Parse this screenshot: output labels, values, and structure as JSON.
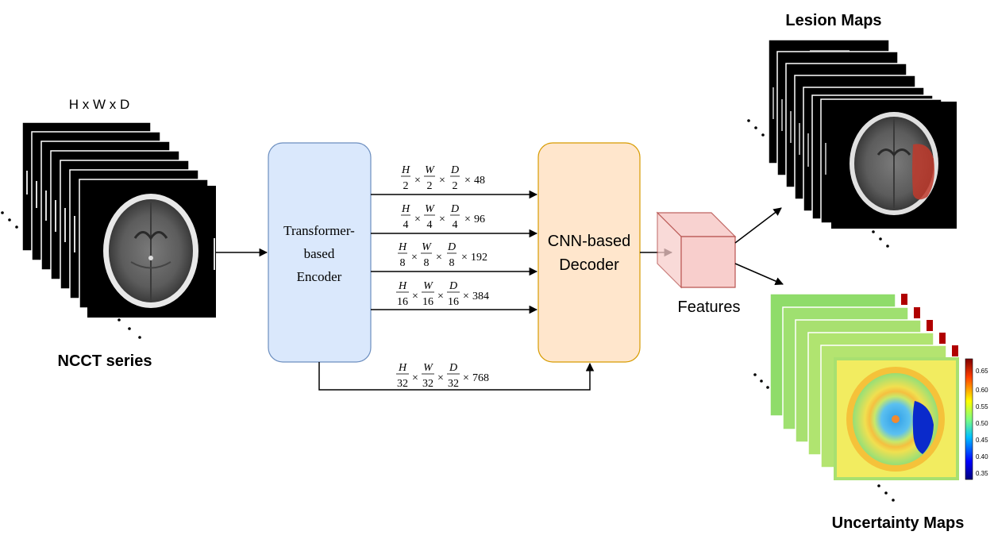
{
  "input": {
    "dims_label": "H x W x D",
    "caption": "NCCT series",
    "slice_count": 8
  },
  "encoder": {
    "line1": "Transformer-",
    "line2": "based",
    "line3": "Encoder"
  },
  "decoder": {
    "line1": "CNN-based",
    "line2": "Decoder"
  },
  "skips": [
    {
      "num1": "H",
      "den1": "2",
      "num2": "W",
      "den2": "2",
      "num3": "D",
      "den3": "2",
      "times": "×",
      "channels": "48"
    },
    {
      "num1": "H",
      "den1": "4",
      "num2": "W",
      "den2": "4",
      "num3": "D",
      "den3": "4",
      "times": "×",
      "channels": "96"
    },
    {
      "num1": "H",
      "den1": "8",
      "num2": "W",
      "den2": "8",
      "num3": "D",
      "den3": "8",
      "times": "×",
      "channels": "192"
    },
    {
      "num1": "H",
      "den1": "16",
      "num2": "W",
      "den2": "16",
      "num3": "D",
      "den3": "16",
      "times": "×",
      "channels": "384"
    },
    {
      "num1": "H",
      "den1": "32",
      "num2": "W",
      "den2": "32",
      "num3": "D",
      "den3": "32",
      "times": "×",
      "channels": "768"
    }
  ],
  "features": {
    "label": "Features"
  },
  "lesion": {
    "title": "Lesion Maps",
    "slice_count": 8
  },
  "uncertainty": {
    "title": "Uncertainty Maps",
    "slice_count": 6,
    "colorbar_ticks": [
      "0.65",
      "0.60",
      "0.55",
      "0.50",
      "0.45",
      "0.40",
      "0.35"
    ]
  },
  "colors": {
    "encoder_fill": "#dae8fc",
    "encoder_stroke": "#6c8ebf",
    "decoder_fill": "#ffe6cc",
    "decoder_stroke": "#d79b00",
    "cube_fill": "#f8cecc",
    "cube_stroke": "#b85450",
    "lesion_red": "#c0392b"
  }
}
